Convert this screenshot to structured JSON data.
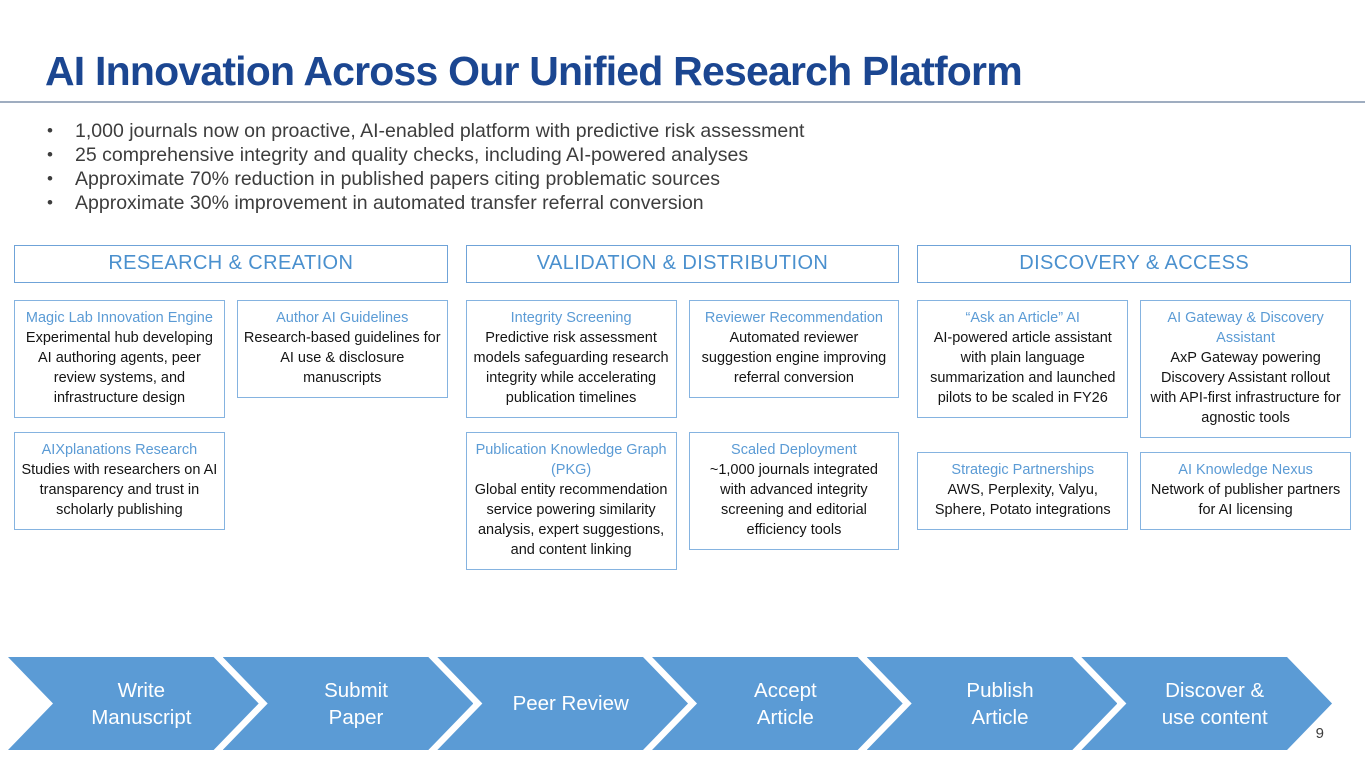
{
  "slide": {
    "title": "AI Innovation Across Our Unified Research Platform",
    "bullets": [
      "1,000 journals now on proactive, AI-enabled platform with predictive risk assessment",
      "25 comprehensive integrity and quality checks, including AI-powered analyses",
      "Approximate 70% reduction in published papers citing problematic sources",
      "Approximate 30% improvement in automated transfer referral conversion"
    ],
    "columns": [
      {
        "header": "RESEARCH & CREATION",
        "cards": [
          {
            "title": "Magic Lab Innovation Engine",
            "body": "Experimental hub developing AI authoring agents, peer review systems, and infrastructure design"
          },
          {
            "title": "Author AI Guidelines",
            "body": "Research-based guidelines for AI use & disclosure manuscripts"
          },
          {
            "title": "AIXplanations Research",
            "body": "Studies with researchers on AI transparency and trust in scholarly publishing"
          }
        ]
      },
      {
        "header": "VALIDATION & DISTRIBUTION",
        "cards": [
          {
            "title": "Integrity Screening",
            "body": "Predictive risk assessment models safeguarding research integrity while accelerating publication timelines"
          },
          {
            "title": "Reviewer Recommendation",
            "body": "Automated reviewer suggestion engine improving referral conversion"
          },
          {
            "title": "Publication Knowledge Graph (PKG)",
            "body": "Global entity recommendation service powering similarity analysis, expert suggestions, and content linking"
          },
          {
            "title": "Scaled Deployment",
            "body": "~1,000 journals integrated with advanced integrity screening and editorial efficiency tools"
          }
        ]
      },
      {
        "header": "DISCOVERY & ACCESS",
        "cards": [
          {
            "title": "“Ask an Article” AI",
            "body": "AI-powered article assistant with plain language summarization and launched pilots to be scaled in FY26"
          },
          {
            "title": "AI Gateway & Discovery Assistant",
            "body": "AxP Gateway powering Discovery Assistant rollout with API-first infrastructure for agnostic tools"
          },
          {
            "title": "Strategic Partnerships",
            "body": "AWS, Perplexity, Valyu, Sphere, Potato integrations"
          },
          {
            "title": "AI Knowledge Nexus",
            "body": "Network of publisher partners for AI licensing"
          }
        ]
      }
    ],
    "process_flow": [
      "Write\nManuscript",
      "Submit\nPaper",
      "Peer Review",
      "Accept\nArticle",
      "Publish\nArticle",
      "Discover &\nuse content"
    ],
    "page_number": "9",
    "colors": {
      "title_text": "#1b4691",
      "section_header_text": "#4a90ce",
      "card_title_text": "#5b9bd5",
      "card_border": "#85b3e0",
      "arrow_fill": "#5b9bd5",
      "body_text": "#3d3d3d"
    }
  }
}
